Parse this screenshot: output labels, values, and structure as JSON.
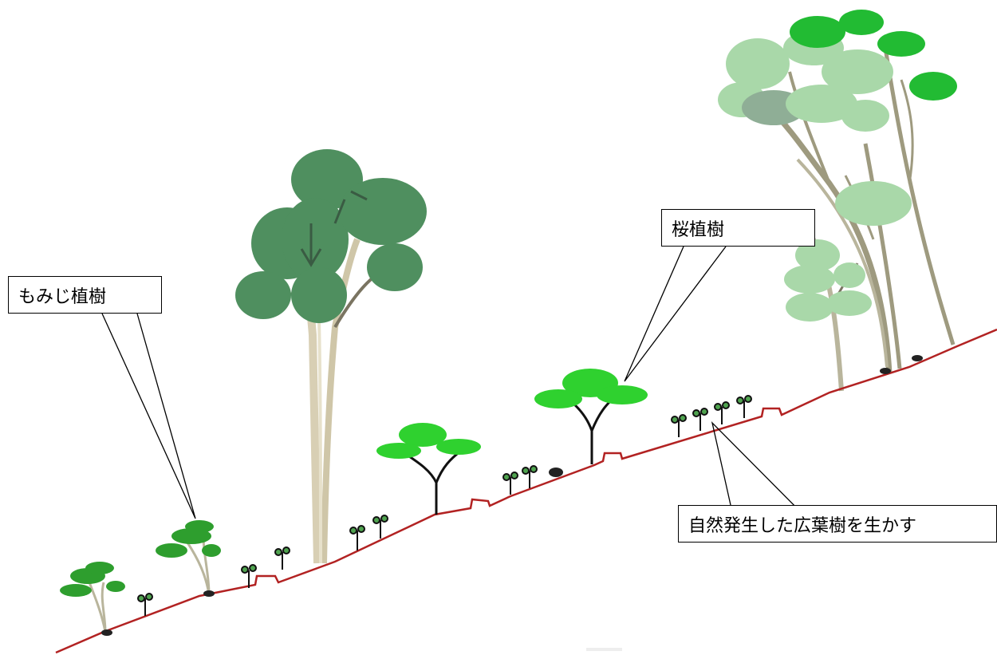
{
  "labels": {
    "momiji": "もみじ植樹",
    "sakura": "桜植樹",
    "natural": "自然発生した広葉樹を生かす"
  },
  "colors": {
    "ground": "#b22222",
    "momiji_leaf": "#2e9e2e",
    "tall_tree_leaf": "#4f8f5f",
    "sakura_leaf": "#2fd12f",
    "pale_leaf": "#a9d8a9",
    "sage_leaf": "#8fae96",
    "top_canopy": "#22bb33",
    "trunk": "#d8cfb4",
    "sapling": "#4fa34f",
    "stump": "#222222"
  }
}
